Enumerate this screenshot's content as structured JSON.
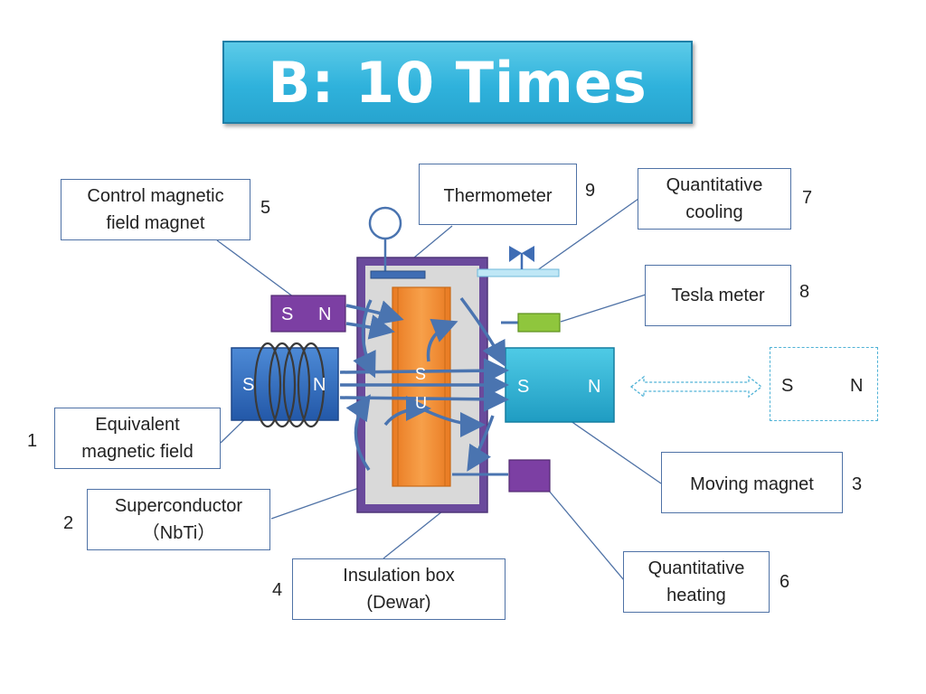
{
  "title": "B: 10 Times",
  "labels": {
    "control_magnet": "Control magnetic\nfield magnet",
    "thermometer": "Thermometer",
    "quantitative_cooling": "Quantitative\ncooling",
    "tesla_meter": "Tesla meter",
    "equivalent_field": "Equivalent\nmagnetic field",
    "superconductor": "Superconductor\n（NbTi）",
    "moving_magnet": "Moving magnet",
    "insulation_box": "Insulation box\n(Dewar)",
    "quantitative_heating": "Quantitative\nheating"
  },
  "numbers": {
    "control_magnet": "5",
    "thermometer": "9",
    "quantitative_cooling": "7",
    "tesla_meter": "8",
    "equivalent_field": "1",
    "superconductor": "2",
    "moving_magnet": "3",
    "insulation_box": "4",
    "quantitative_heating": "6"
  },
  "poles": {
    "s": "S",
    "n": "N"
  },
  "superconductor_letters": {
    "top": "S",
    "bottom": "U"
  },
  "colors": {
    "banner": "#2fb2dc",
    "equivalent_magnet": "#2f6fc4",
    "moving_magnet": "#2bb3d4",
    "control_magnet": "#7c3fa3",
    "dewar": "#6a4a9c",
    "superconductor": "#f08a30",
    "tesla_probe": "#8fc63d",
    "arrows": "#4a74b0"
  }
}
